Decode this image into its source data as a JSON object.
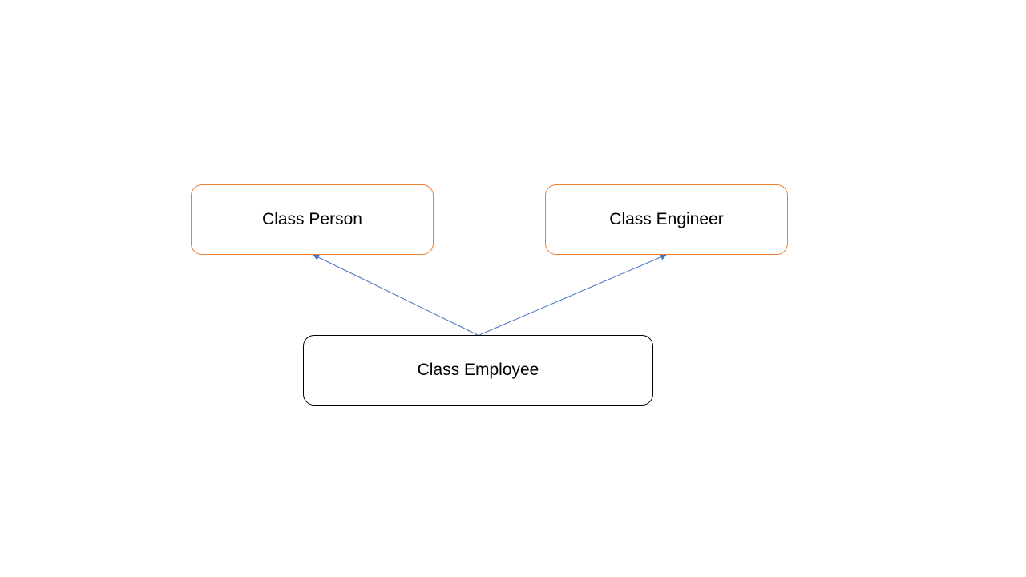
{
  "diagram": {
    "nodes": {
      "person": {
        "label": "Class Person"
      },
      "engineer": {
        "label": "Class Engineer"
      },
      "employee": {
        "label": "Class Employee"
      }
    },
    "edges": [
      {
        "from": "employee",
        "to": "person",
        "type": "inheritance-arrow"
      },
      {
        "from": "employee",
        "to": "engineer",
        "type": "inheritance-arrow"
      }
    ]
  },
  "colors": {
    "parent_border": "#ED7D31",
    "child_border": "#000000",
    "arrow": "#4472C4",
    "background": "#FFFFFF"
  }
}
